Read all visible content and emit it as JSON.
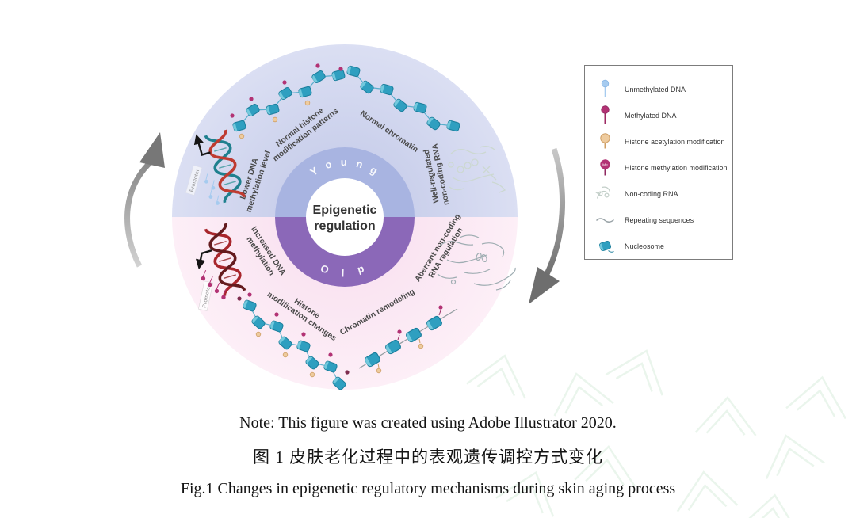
{
  "diagram": {
    "center_label": {
      "line1": "Epigenetic",
      "line2": "regulation"
    },
    "ring": {
      "young": "Young",
      "old": "Old"
    },
    "young_half": {
      "histone_label": [
        "Normal histone",
        "modification patterns"
      ],
      "chromatin_label": "Normal chromatin",
      "ncrna_label": [
        "Well-regulated",
        "non-coding RNA"
      ],
      "dna_label": [
        "Lower DNA",
        "methylation level"
      ],
      "promoter_label": "Promoter"
    },
    "old_half": {
      "dna_label": [
        "Increased DNA",
        "methylation"
      ],
      "promoter_label": "Promoter",
      "histone_label": [
        "Histone",
        "modification changes"
      ],
      "chromatin_label": "Chromatin remodeling",
      "ncrna_label": [
        "Aberrant non-coding",
        "RNA regulation"
      ]
    }
  },
  "legend": {
    "items": [
      {
        "icon": "unmethylated-dna-icon",
        "label": "Unmethylated DNA"
      },
      {
        "icon": "methylated-dna-icon",
        "label": "Methylated DNA"
      },
      {
        "icon": "histone-acetylation-icon",
        "label": "Histone acetylation modification"
      },
      {
        "icon": "histone-methylation-icon",
        "label": "Histone methylation modification",
        "badge": "Me"
      },
      {
        "icon": "non-coding-rna-icon",
        "label": "Non-coding RNA"
      },
      {
        "icon": "repeating-sequences-icon",
        "label": "Repeating sequences"
      },
      {
        "icon": "nucleosome-icon",
        "label": "Nucleosome"
      }
    ]
  },
  "captions": {
    "note": "Note: This figure was created using Adobe Illustrator 2020.",
    "title_zh": "图 1  皮肤老化过程中的表观遗传调控方式变化",
    "title_en": "Fig.1 Changes in epigenetic regulatory mechanisms during skin aging process"
  },
  "colors": {
    "young_outer": "#cbd2ec",
    "young_outer_edge": "#dbdff3",
    "young_ring": "#a8b4e1",
    "old_outer": "#f9e4f1",
    "old_outer_edge": "#fdf0f8",
    "old_ring": "#8b68b8",
    "nucleosome": "#2f9fc0",
    "nucleosome_dark": "#1a7d9b",
    "methyl_magenta": "#b23274",
    "acetyl_tan": "#eecb9e",
    "dark_red": "#7e2c4e",
    "unmethyl_blue": "#a6cbef",
    "arrow_gray": "#7a7a7a",
    "watermark_green": "#ddefe1"
  }
}
